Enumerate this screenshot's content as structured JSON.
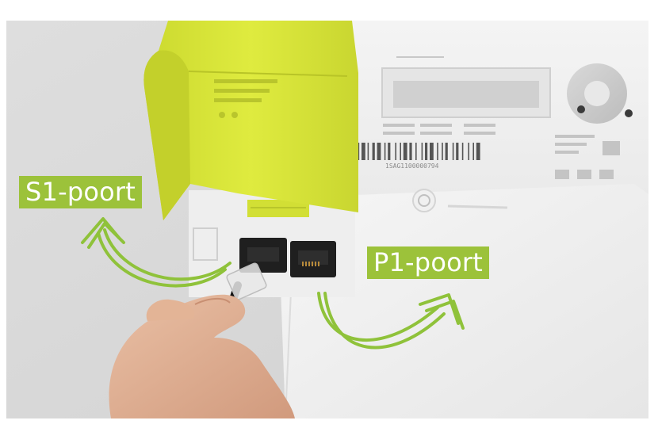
{
  "labels": {
    "s1": "S1-poort",
    "p1": "P1-poort"
  },
  "meter": {
    "barcode_number": "1SAG1100000794"
  },
  "colors": {
    "label_background": "#9cc23a",
    "arrow": "#8fc23a",
    "cover": "#d9e63b",
    "meter_body": "#efefef",
    "background": "#ffffff"
  },
  "icons": {
    "s1_arrow": "curved-arrow-icon",
    "p1_arrow": "curved-arrow-icon"
  }
}
